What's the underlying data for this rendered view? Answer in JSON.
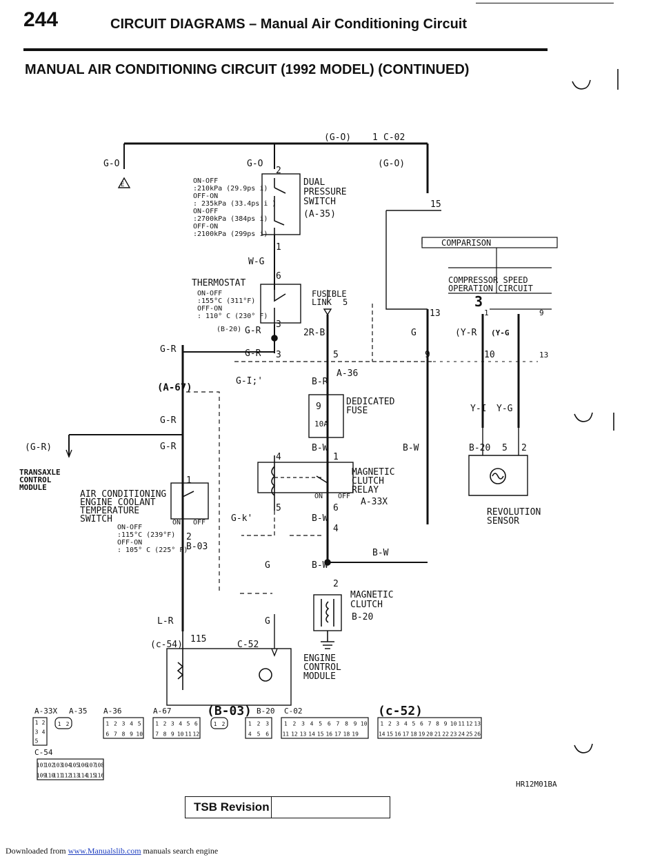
{
  "header": {
    "page_number": "244",
    "title": "CIRCUIT DIAGRAMS – Manual Air Conditioning Circuit",
    "subtitle": "MANUAL AIR CONDITIONING CIRCUIT (1992 MODEL) (CONTINUED)"
  },
  "diagram": {
    "wires": {
      "g_o_top": "(G-O)",
      "g_o_left": "G-O",
      "g_o_mid": "G-O",
      "g_o_right": "(G-O)",
      "w_g": "W-G",
      "g_r_1": "G-R",
      "g_r_2": "G-R",
      "g_r_3": "G-R",
      "g_r_4": "G-R",
      "g_r_5": "G-R",
      "g_r_left": "(G-R)",
      "r_2r_b": "2R-B",
      "b_r": "B-R",
      "b_w_1": "B-W",
      "b_w_2": "B-W",
      "b_w_3": "B-W",
      "b_w_4": "B-W",
      "b_w_5": "B-W",
      "g_1": "G",
      "g_2": "G",
      "g_3": "G",
      "g_k": "G-k'",
      "g_i": "G-I;'",
      "l_r": "L-R",
      "y_r_1": "(Y-R",
      "y_g_1": "(Y-G",
      "y_r_2": "Y-I",
      "y_g_2": "Y-G"
    },
    "connectors": {
      "c02": "C-02",
      "a35": "(A-35)",
      "a36": "A-36",
      "a67": "(A-67)",
      "a33x": "A-33X",
      "b20": "(B-20)",
      "b20b": "B-20",
      "b20c": "B-20",
      "b03": "B-03",
      "c52": "C-52",
      "c54": "(c-54)",
      "c115": "115",
      "e_ground": "E"
    },
    "pins": [
      "1",
      "2",
      "15",
      "1",
      "6",
      "3",
      "3",
      "5",
      "13",
      "9",
      "1",
      "9",
      "10",
      "13",
      "3",
      "4",
      "1",
      "5",
      "6",
      "4",
      "2",
      "2",
      "5",
      "1"
    ],
    "components": {
      "dual_pressure": [
        "DUAL",
        "PRESSURE",
        "SWITCH"
      ],
      "pressure_specs": [
        "ON-OFF",
        ":210kPa (29.9ps i)",
        "OFF-ON",
        ": 235kPa (33.4ps i )",
        "ON-OFF",
        ":2700kPa (384ps i)",
        "OFF-ON",
        ":2100kPa (299ps i)"
      ],
      "thermostat": "THERMOSTAT",
      "thermo_specs": [
        "ON-OFF",
        ":155°C (311°F)",
        "OFF-ON",
        ": 110° C (230° F)"
      ],
      "fusible_link": [
        "FUSIBLE",
        "LINK",
        "5"
      ],
      "dedicated_fuse": [
        "DEDICATED",
        "FUSE"
      ],
      "fuse_no": "9",
      "fuse_amp": "10A",
      "mag_relay": [
        "MAGNETIC",
        "CLUTCH",
        "RELAY"
      ],
      "comparison": "COMPARISON",
      "comp_speed": [
        "COMPRESSOR SPEED",
        "OPERATION CIRCUIT"
      ],
      "tcm": [
        "TRANSAXLE",
        "CONTROL",
        "MODULE"
      ],
      "coolant_sw": [
        "AIR CONDITIONING",
        "ENGINE COOLANT",
        "TEMPERATURE",
        "SWITCH"
      ],
      "coolant_specs": [
        "ON-OFF",
        ":115°C (239°F)",
        "OFF-ON",
        ": 105° C (225° F)"
      ],
      "mag_clutch": [
        "MAGNETIC",
        "CLUTCH"
      ],
      "ecm": [
        "ENGINE",
        "CONTROL",
        "MODULE"
      ],
      "rev_sensor": [
        "REVOLUTION",
        "SENSOR"
      ],
      "on": "ON",
      "off": "OFF"
    },
    "connector_legend": {
      "labels": [
        "A-33X",
        "A-35",
        "A-36",
        "A-67",
        "(B-03)",
        "B-20",
        "C-02",
        "(c-52)",
        "C-54"
      ],
      "a33x_pins": [
        "1",
        "2",
        "3",
        "4",
        "5"
      ],
      "a35_pins": [
        "1",
        "2"
      ],
      "a36_pins": [
        "1",
        "2",
        "3",
        "4",
        "5",
        "6",
        "7",
        "8",
        "9",
        "10"
      ],
      "a67_pins": [
        "1",
        "2",
        "3",
        "4",
        "5",
        "6",
        "7",
        "8",
        "9",
        "10",
        "11",
        "12"
      ],
      "b03_pins": [
        "1",
        "2"
      ],
      "b20_pins": [
        "1",
        "2",
        "3",
        "4",
        "5",
        "6"
      ],
      "c02_pins": [
        "1",
        "2",
        "3",
        "4",
        "5",
        "6",
        "7",
        "8",
        "9",
        "10",
        "11",
        "12",
        "13",
        "14",
        "15",
        "16",
        "17",
        "18",
        "19"
      ],
      "c52_pins": [
        "1",
        "2",
        "3",
        "4",
        "5",
        "6",
        "7",
        "8",
        "9",
        "10",
        "11",
        "12",
        "13",
        "14",
        "15",
        "16",
        "17",
        "18",
        "19",
        "20",
        "21",
        "22",
        "23",
        "24",
        "25",
        "26"
      ],
      "c54_pins": [
        "101",
        "102",
        "103",
        "104",
        "105",
        "106",
        "107",
        "108",
        "109",
        "110",
        "111",
        "112",
        "113",
        "114",
        "115",
        "116"
      ]
    },
    "figure_id": "HR12M01BA"
  },
  "footer_tag": {
    "label": "TSB Revision"
  },
  "footer": {
    "prefix": "Downloaded from ",
    "link": "www.Manualslib.com",
    "suffix": " manuals search engine"
  }
}
